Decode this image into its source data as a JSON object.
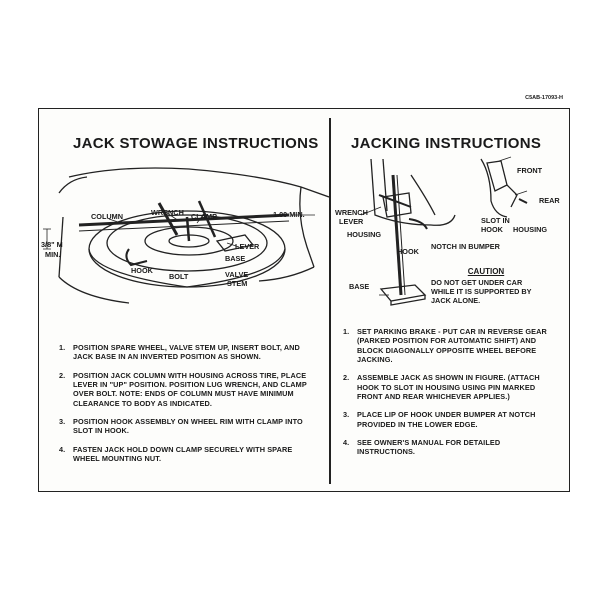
{
  "left": {
    "title": "JACK STOWAGE INSTRUCTIONS",
    "labels": {
      "column": "COLUMN",
      "wrench": "WRENCH",
      "clamp": "CLAMP",
      "min_100": "1.00 MIN.",
      "min_38_a": "3/8\" M",
      "min_38_b": "MIN.",
      "lever": "LEVER",
      "base": "BASE",
      "hook": "HOOK",
      "bolt": "BOLT",
      "valve": "VALVE",
      "stem": "STEM"
    },
    "steps": [
      {
        "num": "1.",
        "text": "POSITION SPARE WHEEL, VALVE STEM UP, INSERT BOLT, AND JACK BASE IN AN INVERTED POSITION AS SHOWN."
      },
      {
        "num": "2.",
        "text": "POSITION JACK COLUMN WITH HOUSING ACROSS TIRE, PLACE LEVER IN \"UP\" POSITION. POSITION LUG WRENCH, AND CLAMP OVER BOLT. NOTE: ENDS OF COLUMN MUST HAVE MINIMUM CLEARANCE TO BODY AS INDICATED."
      },
      {
        "num": "3.",
        "text": "POSITION HOOK ASSEMBLY ON WHEEL RIM WITH CLAMP INTO SLOT IN HOOK."
      },
      {
        "num": "4.",
        "text": "FASTEN JACK HOLD DOWN CLAMP SECURELY WITH SPARE WHEEL MOUNTING NUT."
      }
    ]
  },
  "right": {
    "title": "JACKING INSTRUCTIONS",
    "labels": {
      "wrench_lever_a": "WRENCH",
      "wrench_lever_b": "LEVER",
      "housing": "HOUSING",
      "hook": "HOOK",
      "notch": "NOTCH IN BUMPER",
      "base": "BASE",
      "front": "FRONT",
      "rear": "REAR",
      "slot_a": "SLOT IN",
      "slot_b": "HOOK",
      "housing2": "HOUSING"
    },
    "caution": {
      "heading": "CAUTION",
      "text": "DO NOT GET UNDER CAR WHILE IT IS SUPPORTED BY JACK ALONE."
    },
    "steps": [
      {
        "num": "1.",
        "text": "SET PARKING BRAKE - PUT CAR IN REVERSE GEAR (PARKED POSITION FOR AUTOMATIC SHIFT) AND BLOCK DIAGONALLY OPPOSITE WHEEL BEFORE JACKING."
      },
      {
        "num": "2.",
        "text": "ASSEMBLE JACK AS SHOWN IN FIGURE. (ATTACH HOOK TO SLOT IN HOUSING USING PIN MARKED FRONT AND REAR WHICHEVER APPLIES.)"
      },
      {
        "num": "3.",
        "text": "PLACE LIP OF HOOK UNDER BUMPER AT NOTCH PROVIDED IN THE LOWER EDGE."
      },
      {
        "num": "4.",
        "text": "SEE OWNER'S MANUAL FOR DETAILED INSTRUCTIONS."
      }
    ]
  },
  "part_number": "C5AB-17093-H"
}
